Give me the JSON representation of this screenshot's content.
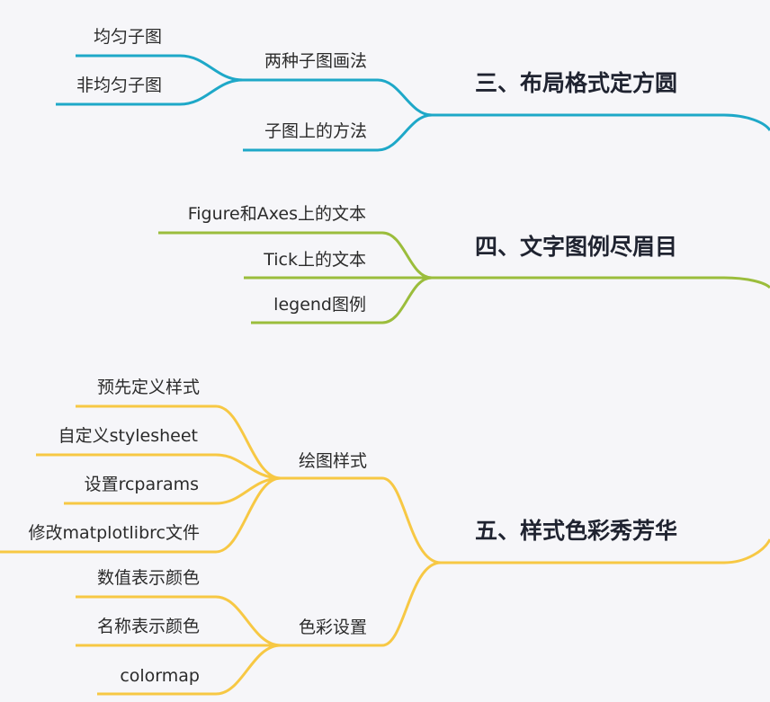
{
  "colors": {
    "blue": "#1ea8c8",
    "green": "#9bbd3c",
    "yellow": "#f7c844",
    "background": "#f6f6f9"
  },
  "branches": [
    {
      "title": "三、布局格式定方圆",
      "color": "blue",
      "children": [
        {
          "label": "两种子图画法",
          "children": [
            "均匀子图",
            "非均匀子图"
          ]
        },
        {
          "label": "子图上的方法",
          "children": []
        }
      ]
    },
    {
      "title": "四、文字图例尽眉目",
      "color": "green",
      "children": [
        {
          "label": "Figure和Axes上的文本",
          "children": []
        },
        {
          "label": "Tick上的文本",
          "children": []
        },
        {
          "label": "legend图例",
          "children": []
        }
      ]
    },
    {
      "title": "五、样式色彩秀芳华",
      "color": "yellow",
      "children": [
        {
          "label": "绘图样式",
          "children": [
            "预先定义样式",
            "自定义stylesheet",
            "设置rcparams",
            "修改matplotlibrc文件"
          ]
        },
        {
          "label": "色彩设置",
          "children": [
            "数值表示颜色",
            "名称表示颜色",
            "colormap"
          ]
        }
      ]
    }
  ]
}
